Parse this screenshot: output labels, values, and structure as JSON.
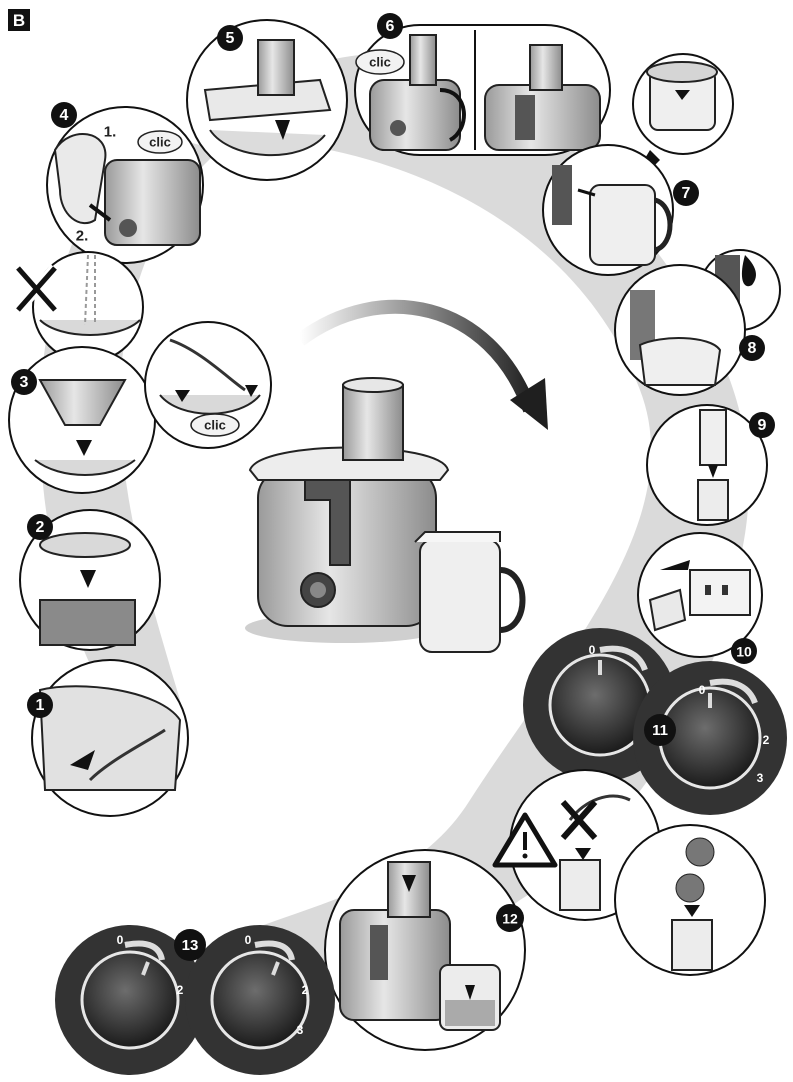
{
  "section_label": "B",
  "steps": [
    "1",
    "2",
    "3",
    "4",
    "5",
    "6",
    "7",
    "8",
    "9",
    "10",
    "11",
    "12",
    "13"
  ],
  "clic_labels": {
    "step4": "clic",
    "step6": "clic",
    "step3b": "clic"
  },
  "step4_substeps": {
    "first": "1.",
    "second": "2."
  },
  "dial_a": {
    "zero": "0",
    "two": "2"
  },
  "dial_b": {
    "zero": "0",
    "two": "2",
    "three": "3"
  },
  "colors": {
    "ink": "#1a1a1a",
    "shadow": "#c8c8c8",
    "metal": "#b9b9b9",
    "dark": "#2b2b2b"
  },
  "icons": [
    "warning-icon",
    "water-drop-icon",
    "forbidden-cross-icon",
    "rotation-arrow-icon",
    "plug-arrow-icon"
  ]
}
